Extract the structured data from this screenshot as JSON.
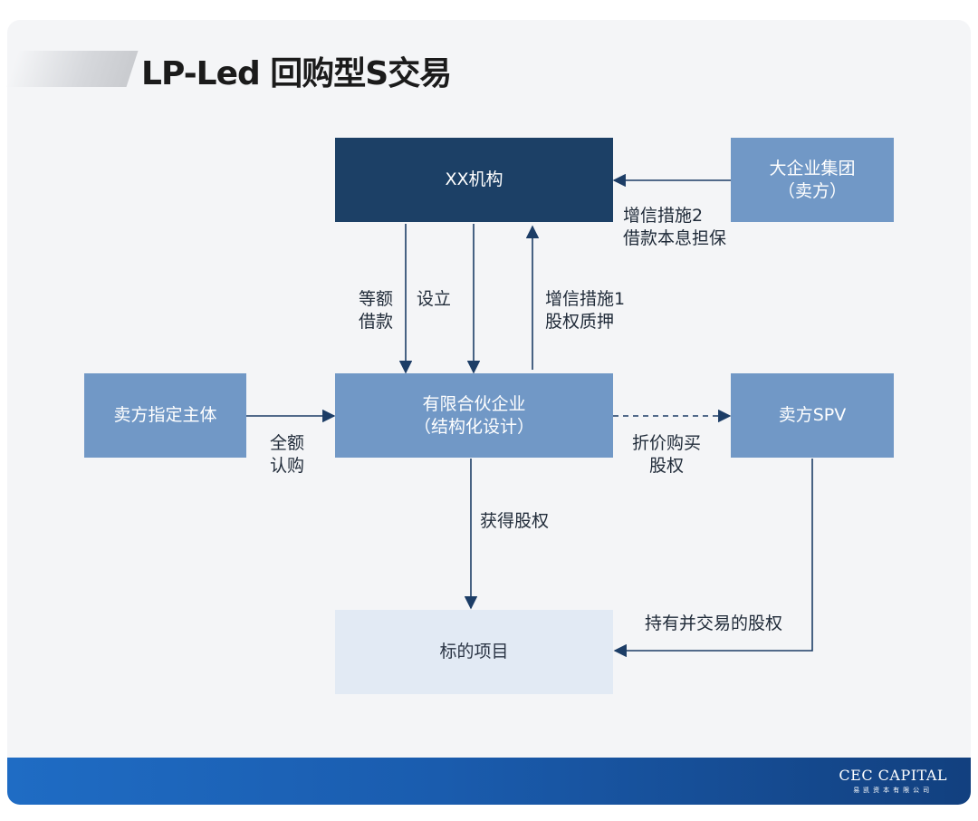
{
  "title": "LP-Led 回购型S交易",
  "boxes": {
    "xx_institution": "XX机构",
    "big_group": "大企业集团\n（卖方）",
    "seller_entity": "卖方指定主体",
    "partnership": "有限合伙企业\n（结构化设计）",
    "seller_spv": "卖方SPV",
    "target_project": "标的项目"
  },
  "labels": {
    "credit2": "增信措施2\n借款本息担保",
    "equal_loan": "等额\n借款",
    "establish": "设立",
    "credit1": "增信措施1\n股权质押",
    "full_subscribe": "全额\n认购",
    "discount_buy": "折价购买\n股权",
    "obtain_equity": "获得股权",
    "hold_trade": "持有并交易的股权"
  },
  "logo": {
    "main": "CEC CAPITAL",
    "sub": "易凯资本有限公司"
  },
  "colors": {
    "dark_box": "#1c4066",
    "mid_box": "#7198c6",
    "light_box": "#e2eaf4",
    "arrow": "#1c3d66"
  }
}
